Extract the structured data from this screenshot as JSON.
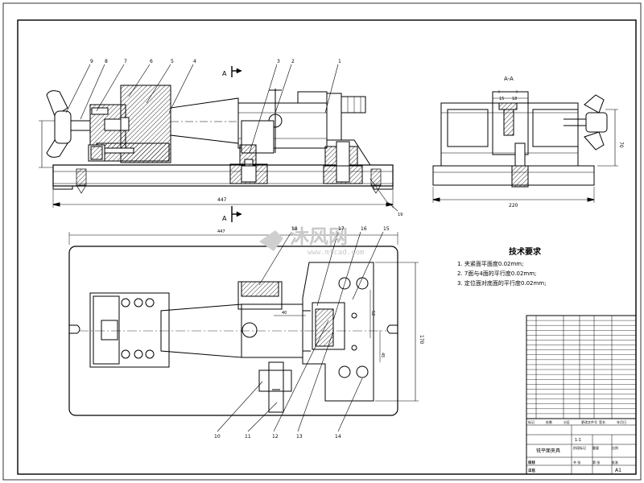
{
  "section_label": "A-A",
  "cut_label_top": "A",
  "cut_label_bottom": "A",
  "callouts_front": [
    "9",
    "8",
    "7",
    "6",
    "5",
    "4",
    "3",
    "2",
    "1"
  ],
  "callouts_plan": [
    "18",
    "17",
    "16",
    "15"
  ],
  "callouts_bottom": [
    "10",
    "11",
    "12",
    "13",
    "14"
  ],
  "callout_side": "19",
  "dims": {
    "front_width": "447",
    "plan_width": "447",
    "side_width": "220",
    "plan_height": "170",
    "side_height": "70",
    "plan_40": "40",
    "plan_52": "52",
    "plan_45": "45",
    "aa_15": "15",
    "aa_18": "18"
  },
  "tech": {
    "title": "技术要求",
    "lines": [
      "1. 夹紧面平面度0.02mm;",
      "2. 7面与4面的平行度0.02mm;",
      "3. 定位面对底面的平行度0.02mm;"
    ]
  },
  "watermark": {
    "text": "沐风网",
    "url": "www.mfcad.com"
  },
  "title_block": {
    "drawing_name": "铣平面夹具",
    "scale_value": "1:1",
    "sheet_code": "A1",
    "header_cells": [
      "标记",
      "处数",
      "分区",
      "更改文件号",
      "签名",
      "年月日"
    ],
    "role_rows": [
      "设计",
      "校核",
      "审核",
      "工艺"
    ],
    "misc_cells": [
      "阶段标记",
      "重量",
      "比例",
      "共 张",
      "第 张",
      "批准"
    ]
  }
}
